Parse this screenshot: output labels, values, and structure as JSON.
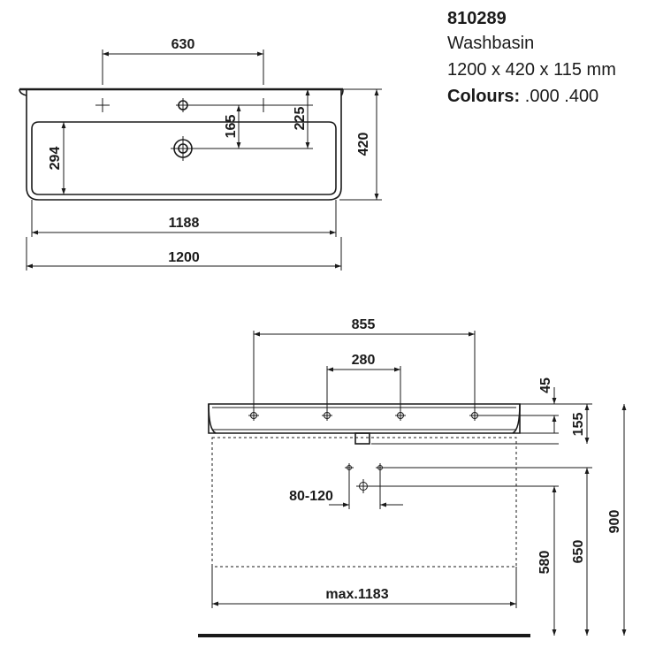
{
  "product": {
    "code": "810289",
    "name": "Washbasin",
    "size": "1200 x 420 x 115 mm",
    "colours_label": "Colours:",
    "colours_value": " .000 .400"
  },
  "top_view": {
    "dim_tap_spacing": "630",
    "dim_hole_to_drain": "165",
    "dim_back_to_drain": "225",
    "dim_inner_depth": "294",
    "dim_depth": "420",
    "dim_inner_width": "1188",
    "dim_width": "1200"
  },
  "front_view": {
    "dim_outer_holes": "855",
    "dim_inner_holes": "280",
    "dim_rim": "45",
    "dim_height": "155",
    "dim_supply_spacing": "80-120",
    "dim_cabinet_width": "max.1183",
    "dim_drain_height": "580",
    "dim_supply_height": "650",
    "dim_install_height": "900"
  }
}
